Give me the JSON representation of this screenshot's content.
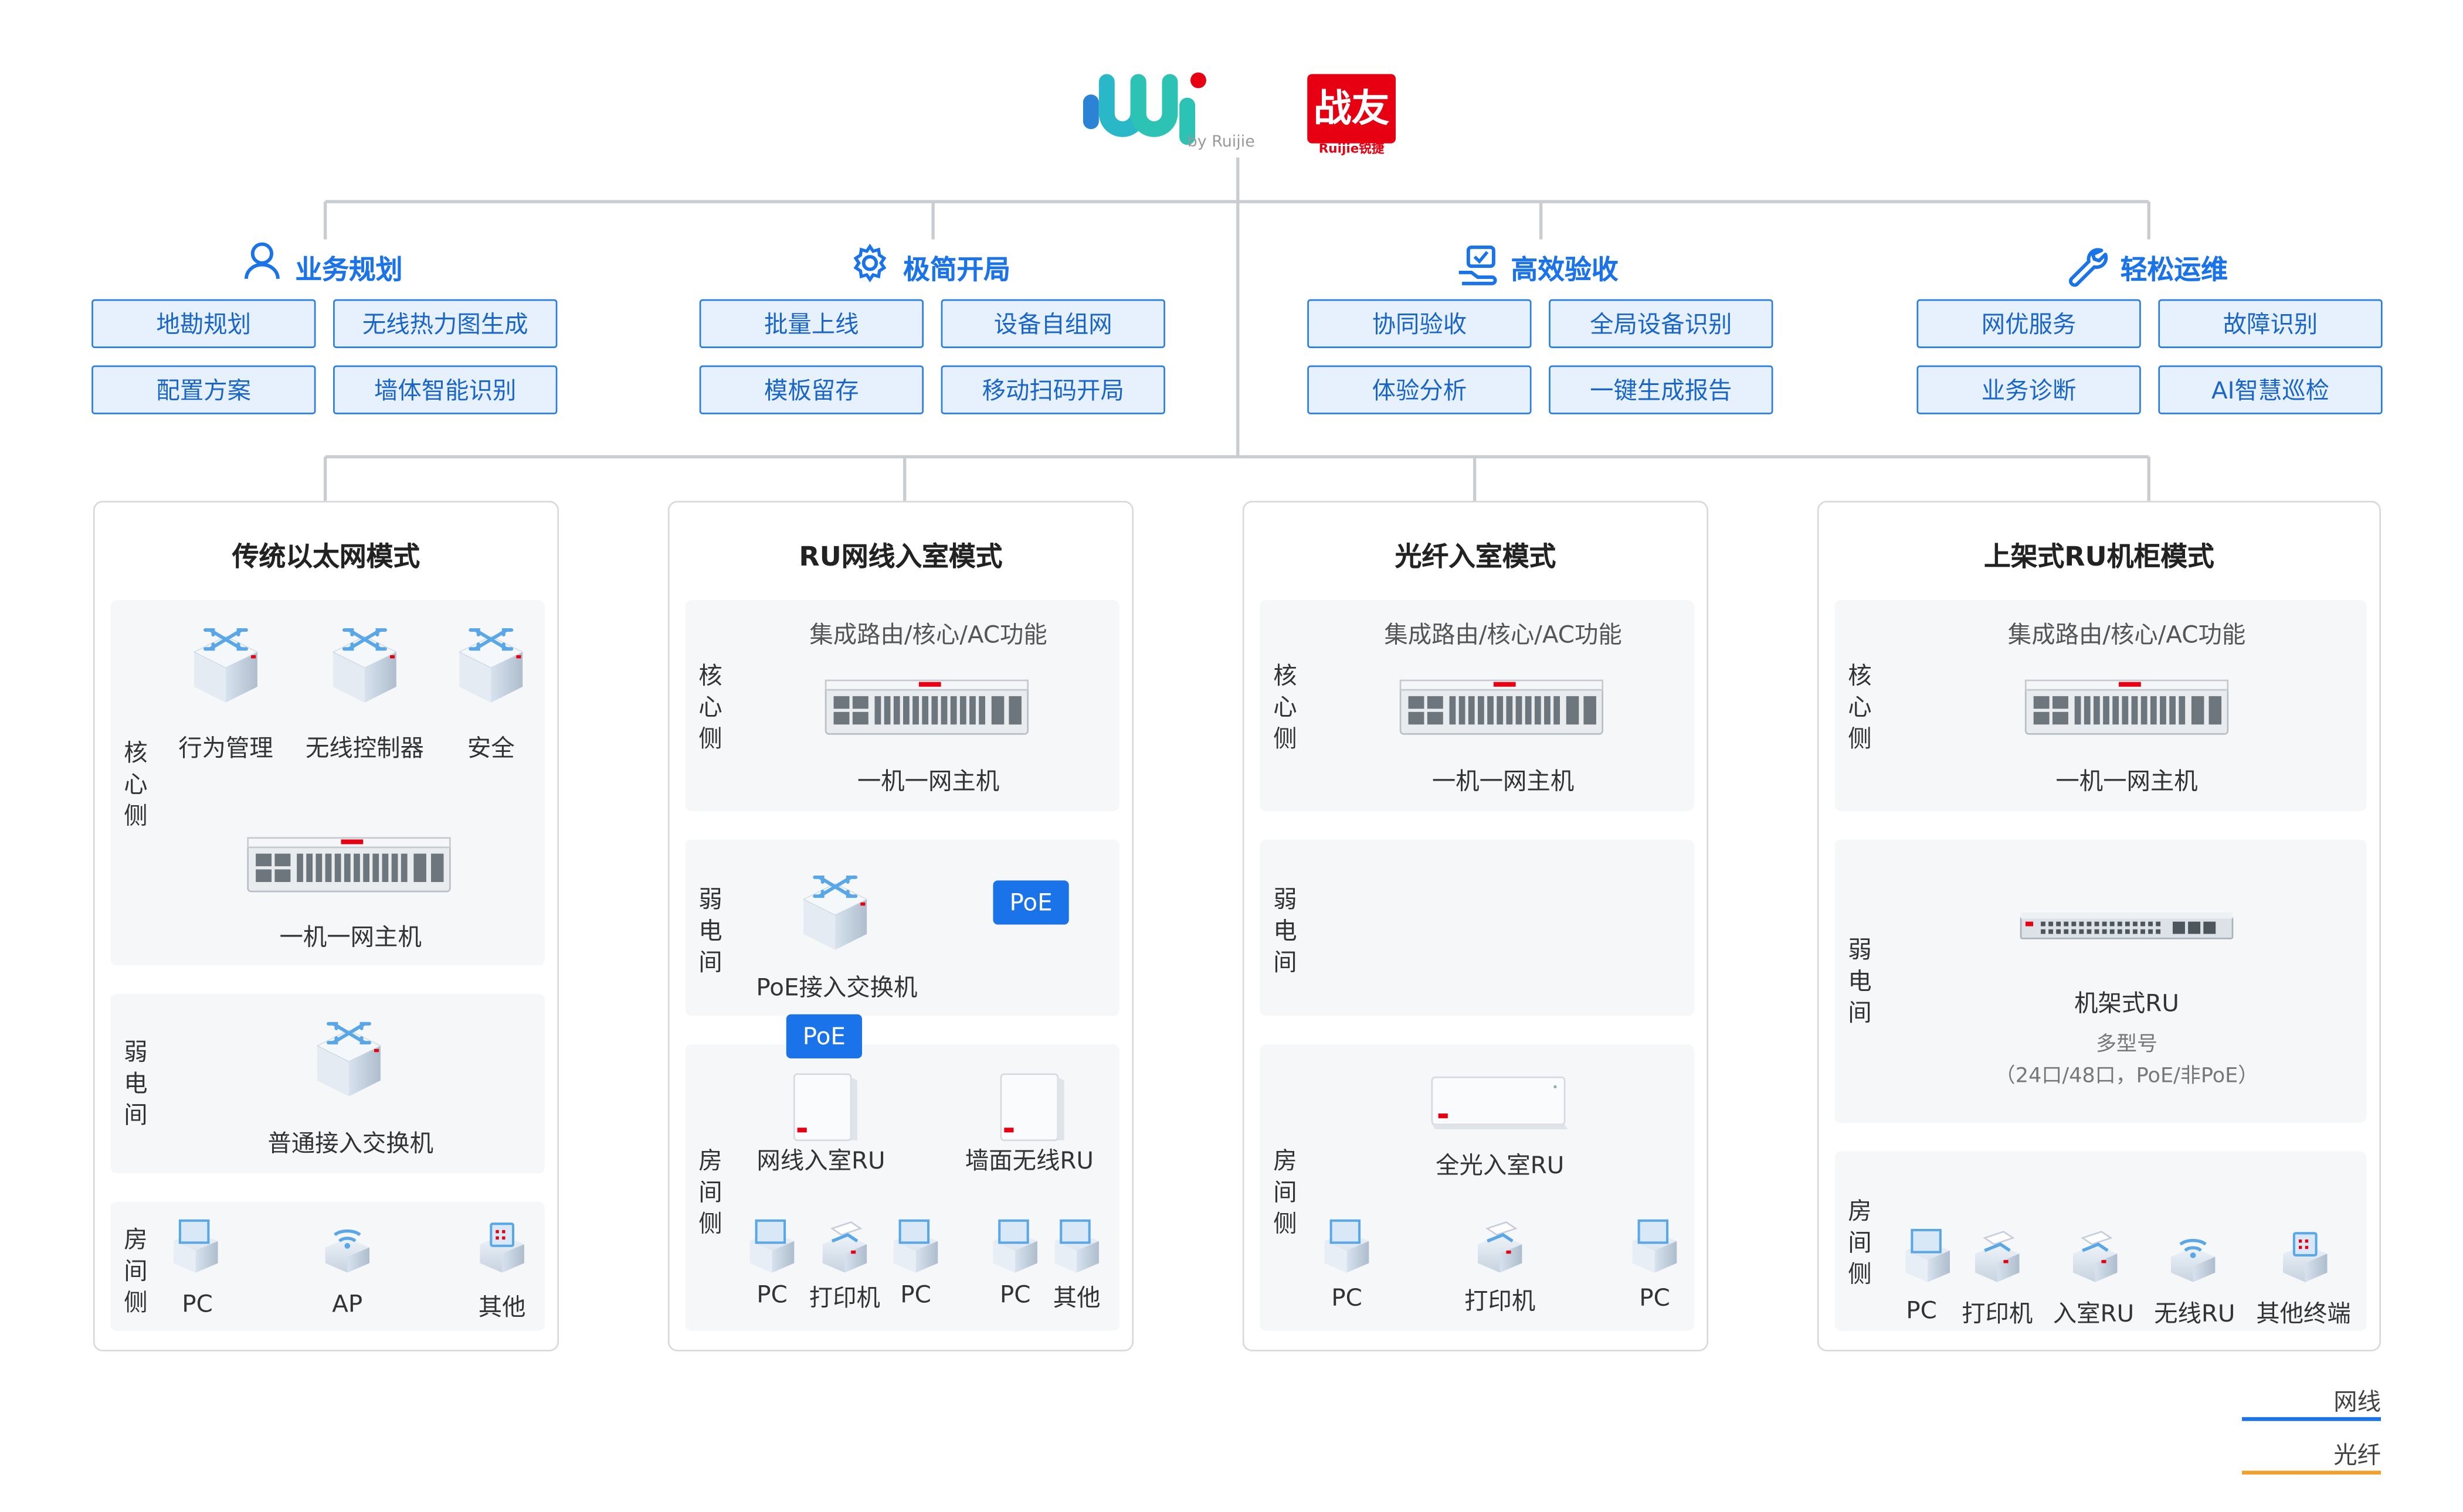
{
  "header": {
    "logo_wi": "Wi",
    "logo_by": "by Ruijie",
    "logo_zhanyou": "战友",
    "logo_zhanyou_sub": "Ruijie锐捷"
  },
  "capabilities": [
    {
      "title": "业务规划",
      "icon": "user-icon",
      "items": [
        "地勘规划",
        "无线热力图生成",
        "配置方案",
        "墙体智能识别"
      ]
    },
    {
      "title": "极简开局",
      "icon": "gear-icon",
      "items": [
        "批量上线",
        "设备自组网",
        "模板留存",
        "移动扫码开局"
      ]
    },
    {
      "title": "高效验收",
      "icon": "hand-check-icon",
      "items": [
        "协同验收",
        "全局设备识别",
        "体验分析",
        "一键生成报告"
      ]
    },
    {
      "title": "轻松运维",
      "icon": "wrench-icon",
      "items": [
        "网优服务",
        "故障识别",
        "业务诊断",
        "AI智慧巡检"
      ]
    }
  ],
  "modes": {
    "m1": {
      "title": "传统以太网模式",
      "side_core": "核心侧",
      "side_weak": "弱电间",
      "side_room": "房间侧",
      "core_devices": [
        "行为管理",
        "无线控制器",
        "安全"
      ],
      "host": "一机一网主机",
      "access": "普通接入交换机",
      "terminals": [
        "PC",
        "AP",
        "其他"
      ]
    },
    "m2": {
      "title": "RU网线入室模式",
      "side_core": "核心侧",
      "side_weak": "弱电间",
      "side_room": "房间侧",
      "core_func": "集成路由/核心/AC功能",
      "host": "一机一网主机",
      "poe_switch": "PoE接入交换机",
      "poe_badge_1": "PoE",
      "poe_badge_2": "PoE",
      "ru_cable": "网线入室RU",
      "ru_wall": "墙面无线RU",
      "terminals_left": [
        "PC",
        "打印机",
        "PC"
      ],
      "terminals_right": [
        "PC",
        "其他"
      ]
    },
    "m3": {
      "title": "光纤入室模式",
      "side_core": "核心侧",
      "side_weak": "弱电间",
      "side_room": "房间侧",
      "core_func": "集成路由/核心/AC功能",
      "host": "一机一网主机",
      "ru": "全光入室RU",
      "terminals": [
        "PC",
        "打印机",
        "PC"
      ]
    },
    "m4": {
      "title": "上架式RU机柜模式",
      "side_core": "核心侧",
      "side_weak": "弱电间",
      "side_room": "房间侧",
      "core_func": "集成路由/核心/AC功能",
      "host": "一机一网主机",
      "rack": "机架式RU",
      "rack_sub1": "多型号",
      "rack_sub2": "（24口/48口，PoE/非PoE）",
      "terminals": [
        "PC",
        "打印机",
        "入室RU",
        "无线RU",
        "其他终端"
      ]
    }
  },
  "legend": {
    "cable": "网线",
    "fiber": "光纤"
  },
  "colors": {
    "cable": "#1a73e8",
    "fiber": "#f0a030",
    "tree": "#c9ccd0",
    "accent_red": "#e60012"
  }
}
